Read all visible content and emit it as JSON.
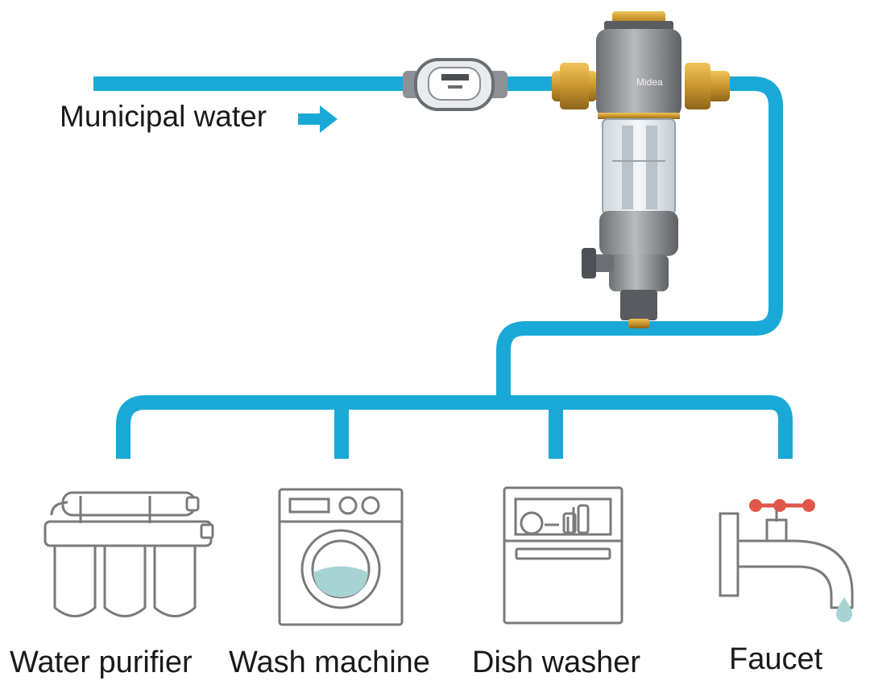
{
  "source": {
    "label": "Municipal water",
    "arrow_icon": "right-arrow-icon"
  },
  "devices": {
    "meter": "water-meter-icon",
    "prefilter": "prefilter-icon",
    "prefilter_brand": "Midea"
  },
  "appliances": [
    {
      "label": "Water purifier",
      "icon": "water-purifier-icon"
    },
    {
      "label": "Wash machine",
      "icon": "washing-machine-icon"
    },
    {
      "label": "Dish washer",
      "icon": "dishwasher-icon"
    },
    {
      "label": "Faucet",
      "icon": "faucet-icon"
    }
  ],
  "colors": {
    "pipe": "#1aa9d6",
    "arrow": "#1aa9d6",
    "brass": "#c9962e",
    "appliance_outline": "#7a7a7a",
    "faucet_valve": "#e0574a"
  }
}
